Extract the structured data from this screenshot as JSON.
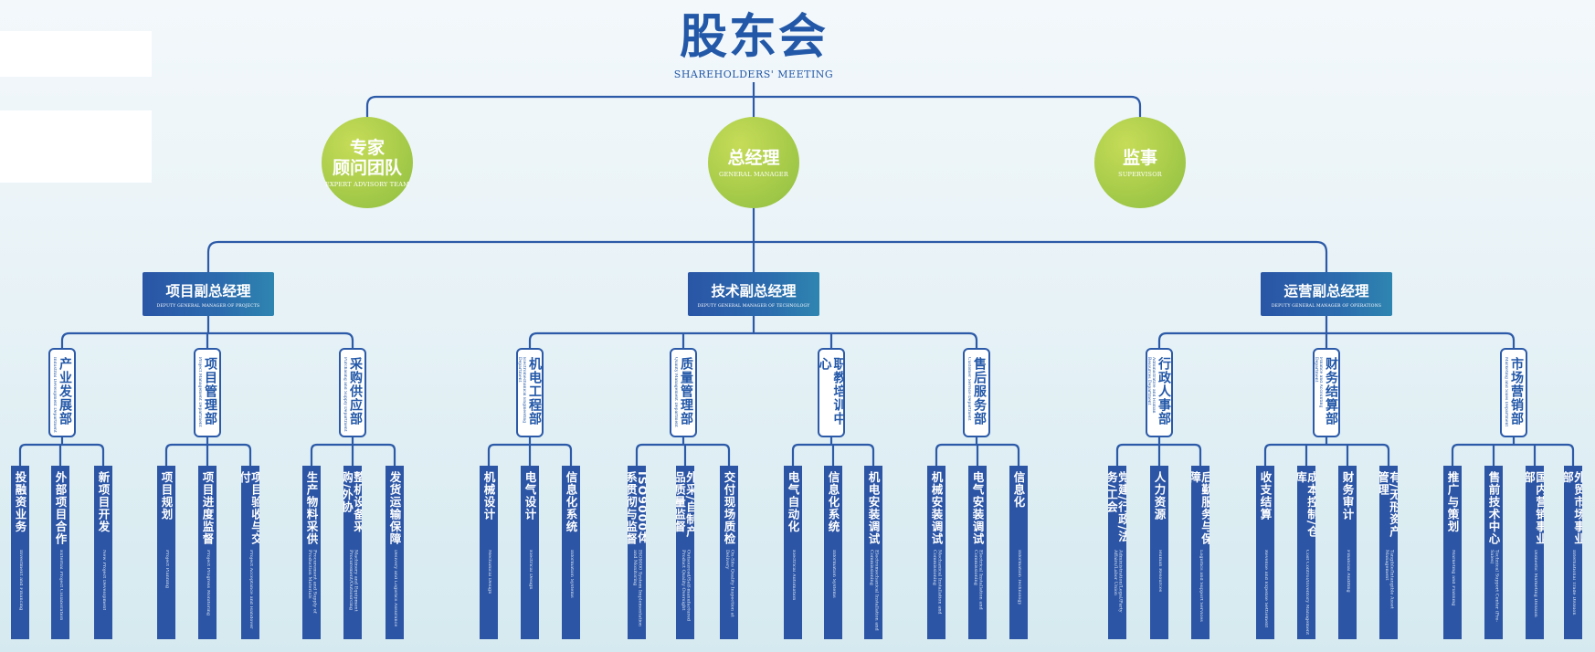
{
  "title": {
    "zh": "股东会",
    "en": "SHAREHOLDERS' MEETING"
  },
  "top": [
    {
      "zh": "专家顾问团队",
      "zh_lines": [
        "专家",
        "顾问团队"
      ],
      "en": "EXPERT ADVISORY TEAM"
    },
    {
      "zh": "总经理",
      "zh_lines": [
        "总经理"
      ],
      "en": "GENERAL MANAGER"
    },
    {
      "zh": "监事",
      "zh_lines": [
        "监事"
      ],
      "en": "SUPERVISOR"
    }
  ],
  "vps": [
    {
      "zh": "项目副总经理",
      "en": "DEPUTY GENERAL MANAGER OF PROJECTS",
      "depts": [
        {
          "zh": "产业发展部",
          "en": "Industrial Development Department",
          "leaves": [
            {
              "zh": "投融资业务",
              "en": "Investment and Financing"
            },
            {
              "zh": "外部项目合作",
              "en": "External Project Collaboration"
            },
            {
              "zh": "新项目开发",
              "en": "New Project Development"
            }
          ]
        },
        {
          "zh": "项目管理部",
          "en": "Project Management Department",
          "leaves": [
            {
              "zh": "项目规划",
              "en": "Project Planning"
            },
            {
              "zh": "项目进度监督",
              "en": "Project Progress Monitoring"
            },
            {
              "zh": "项目验收与交付",
              "en": "Project Acceptance and Handover"
            }
          ]
        },
        {
          "zh": "采购供应部",
          "en": "Purchasing and Supply Department",
          "leaves": [
            {
              "zh": "生产物料采供",
              "en": "Procurement and Supply of Production Materials"
            },
            {
              "zh": "整机设备采购/外协",
              "en": "Machinery and Equipment Procurement/Outsourcing"
            },
            {
              "zh": "发货运输保障",
              "en": "Delivery and Logistics Assurance"
            }
          ]
        }
      ]
    },
    {
      "zh": "技术副总经理",
      "en": "DEPUTY GENERAL MANAGER OF TECHNOLOGY",
      "depts": [
        {
          "zh": "机电工程部",
          "en": "Electromechanical Engineering Department",
          "leaves": [
            {
              "zh": "机械设计",
              "en": "Mechanical Design"
            },
            {
              "zh": "电气设计",
              "en": "Electrical Design"
            },
            {
              "zh": "信息化系统",
              "en": "Information Systems"
            }
          ]
        },
        {
          "zh": "质量管理部",
          "en": "Quality Management Department",
          "leaves": [
            {
              "zh": "ISO9000体系贯彻与监督",
              "en": "ISO9000 System Implementation and Monitoring"
            },
            {
              "zh": "外采/自制产品质量监督",
              "en": "Outsourced/Self-manufactured Product Quality Oversight"
            },
            {
              "zh": "交付现场质检",
              "en": "On-Site Quality Inspection at Delivery"
            }
          ]
        },
        {
          "zh": "职教培训中心",
          "en": "Vocational Education and Training Center",
          "leaves": [
            {
              "zh": "电气自动化",
              "en": "Electrical Automation"
            },
            {
              "zh": "信息化系统",
              "en": "Information Systems"
            },
            {
              "zh": "机电安装调试",
              "en": "Electromechanical Installation and Commissioning"
            }
          ]
        },
        {
          "zh": "售后服务部",
          "en": "Customer Service Department",
          "leaves": [
            {
              "zh": "机械安装调试",
              "en": "Mechanical Installation and Commissioning"
            },
            {
              "zh": "电气安装调试",
              "en": "Electrical Installation and Commissioning"
            },
            {
              "zh": "信息化",
              "en": "Information Technology"
            }
          ]
        }
      ]
    },
    {
      "zh": "运营副总经理",
      "en": "DEPUTY GENERAL MANAGER OF OPERATIONS",
      "depts": [
        {
          "zh": "行政人事部",
          "en": "Administrative and Human Resources Department",
          "leaves": [
            {
              "zh": "党建/行政/法务/工会",
              "en": "Administration/Legal/Party Affairs/Labor Union"
            },
            {
              "zh": "人力资源",
              "en": "Human Resources"
            },
            {
              "zh": "后勤服务与保障",
              "en": "Logistics and Support Services"
            }
          ]
        },
        {
          "zh": "财务结算部",
          "en": "Finance and Accounting Department",
          "leaves": [
            {
              "zh": "收支结算",
              "en": "Revenue and Expense Settlement"
            },
            {
              "zh": "成本控制/仓库",
              "en": "Cost Control/Inventory Management"
            },
            {
              "zh": "财务审计",
              "en": "Financial Auditing"
            },
            {
              "zh": "有/无形资产管理",
              "en": "Tangible/Intangible Asset Management"
            }
          ]
        },
        {
          "zh": "市场营销部",
          "en": "Marketing and Sales Department",
          "leaves": [
            {
              "zh": "推广与策划",
              "en": "Marketing and Planning"
            },
            {
              "zh": "售前技术中心",
              "en": "Technical Support Center (Pre-Sales)"
            },
            {
              "zh": "国内营销事业部",
              "en": "Domestic Marketing Division"
            },
            {
              "zh": "外贸市场事业部",
              "en": "International Trade Division"
            }
          ]
        }
      ]
    }
  ]
}
